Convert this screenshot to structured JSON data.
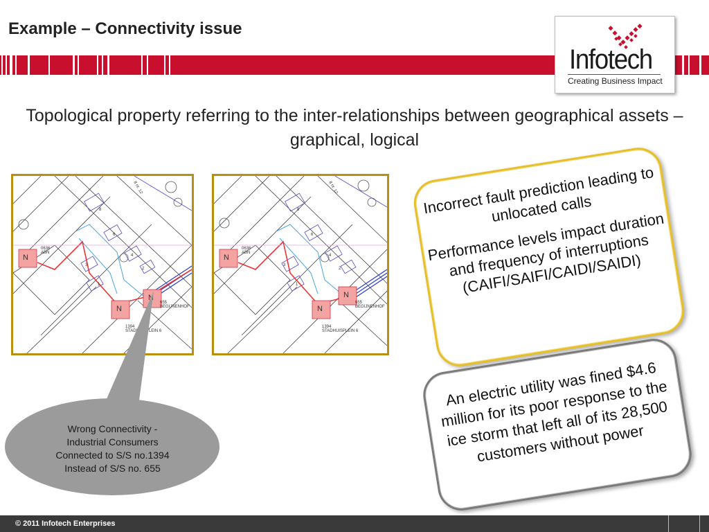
{
  "slide": {
    "title": "Example – Connectivity issue",
    "subtitle": "Topological property referring to the inter-relationships between geographical assets – graphical, logical"
  },
  "logo": {
    "name": "Infotech",
    "tagline": "Creating Business Impact"
  },
  "maps": [
    {
      "node_labels": [
        "N",
        "N",
        "N"
      ],
      "text_labels": [
        "0636\nABN",
        "655\nBEGIJNENHOF",
        "1394\nSTADHUISPLEIN 6",
        "8",
        "6",
        "4",
        "3",
        "2",
        "1",
        "8 nr. 12"
      ]
    },
    {
      "node_labels": [
        "N",
        "N",
        "N"
      ],
      "text_labels": [
        "0636\nABN",
        "655\nBEGIJNENHOF",
        "1394\nSTADHUISPLEIN 6",
        "8",
        "6",
        "4",
        "3",
        "2",
        "1",
        "8 nr. 12"
      ]
    }
  ],
  "callout": {
    "lines": [
      "Wrong Connectivity -",
      "Industrial Consumers",
      "Connected to S/S no.1394",
      "Instead of S/S no. 655"
    ]
  },
  "cards": {
    "card1_a": "Incorrect fault prediction leading to unlocated calls",
    "card1_b": "Performance levels impact duration and frequency of interruptions (CAIFI/SAIFI/CAIDI/SAIDI)",
    "card2": "An electric utility was fined $4.6 million for its poor response to the ice storm that left all of its 28,500 customers without power"
  },
  "footer": {
    "copyright": "© 2011 Infotech Enterprises"
  },
  "colors": {
    "brand_red": "#c8102e",
    "map_frame": "#b8900e",
    "card1_border": "#e5c02a",
    "card2_border": "#7a7a7a",
    "callout_fill": "#9b9b9b",
    "footer_bg": "#3a3a3a"
  }
}
